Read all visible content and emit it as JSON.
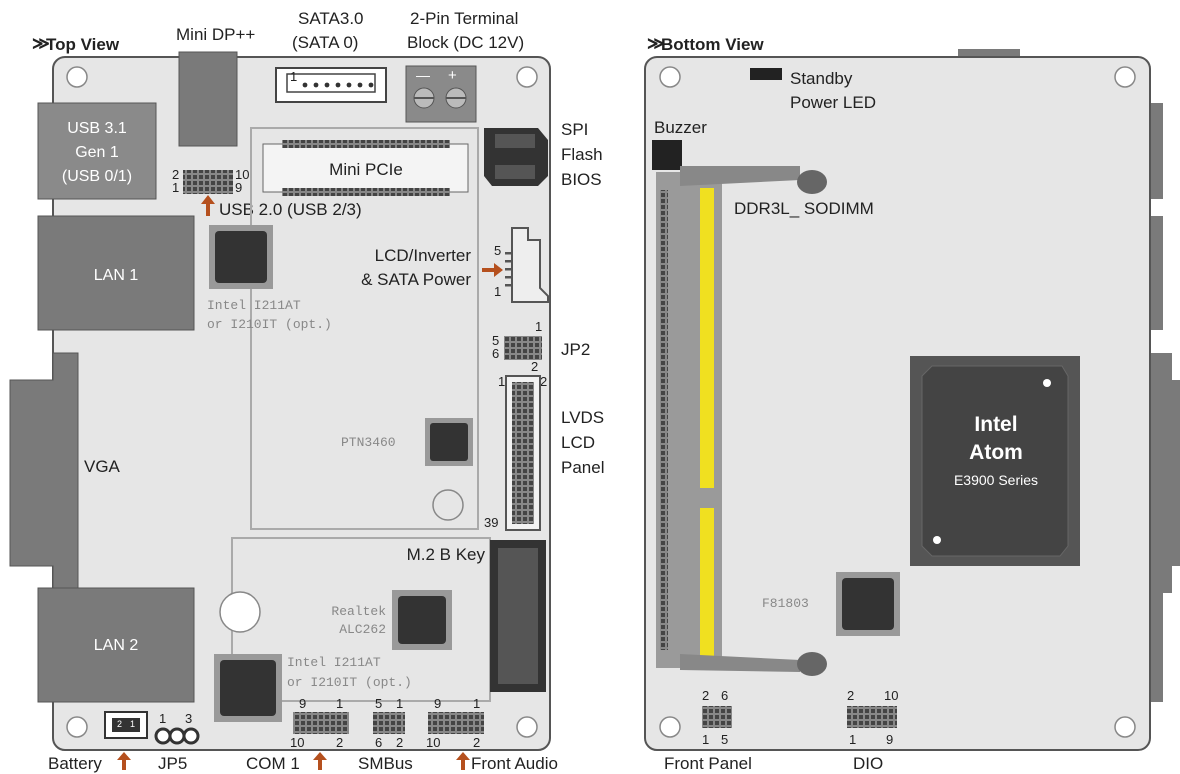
{
  "top_view": {
    "title": "Top View",
    "mini_dp": "Mini DP++",
    "sata_line1": "SATA3.0",
    "sata_line2": "(SATA 0)",
    "sata_pin": "1",
    "terminal_line1": "2-Pin Terminal",
    "terminal_line2": "Block (DC 12V)",
    "usb31_line1": "USB 3.1",
    "usb31_line2": "Gen 1",
    "usb31_line3": "(USB 0/1)",
    "usb20_label": "USB 2.0 (USB 2/3)",
    "usb20_pins": {
      "tl": "2",
      "bl": "1",
      "tr": "10",
      "br": "9"
    },
    "mini_pcie": "Mini PCIe",
    "spi_line1": "SPI",
    "spi_line2": "Flash",
    "spi_line3": "BIOS",
    "lan1": "LAN 1",
    "lan2": "LAN 2",
    "intel_chip1_line1": "Intel I211AT",
    "intel_chip1_line2": "or I210IT (opt.)",
    "intel_chip2_line1": "Intel I211AT",
    "intel_chip2_line2": "or I210IT (opt.)",
    "lcd_line1": "LCD/Inverter",
    "lcd_line2": "& SATA Power",
    "lcd_pins": {
      "top": "5",
      "bottom": "1"
    },
    "jp2": "JP2",
    "jp2_pins": {
      "tr": "1",
      "tl": "5",
      "bl": "6",
      "br": "2"
    },
    "lvds_line1": "LVDS",
    "lvds_line2": "LCD",
    "lvds_line3": "Panel",
    "lvds_pins": {
      "tl": "1",
      "tr": "2",
      "bl": "39"
    },
    "ptn": "PTN3460",
    "vga": "VGA",
    "m2": "M.2 B Key",
    "realtek_line1": "Realtek",
    "realtek_line2": "ALC262",
    "battery": "Battery",
    "battery_pins": {
      "a": "2",
      "b": "1"
    },
    "jp5": "JP5",
    "jp5_pins": {
      "a": "1",
      "b": "3"
    },
    "com1": "COM 1",
    "com1_pins": {
      "tl": "9",
      "tr": "1",
      "bl": "10",
      "br": "2"
    },
    "smbus": "SMBus",
    "smbus_pins": {
      "tl": "5",
      "tr": "1",
      "bl": "6",
      "br": "2"
    },
    "front_audio": "Front Audio",
    "front_audio_pins": {
      "tl": "9",
      "tr": "1",
      "bl": "10",
      "br": "2"
    }
  },
  "bottom_view": {
    "title": "Bottom View",
    "standby_line1": "Standby",
    "standby_line2": "Power LED",
    "buzzer": "Buzzer",
    "ddr": "DDR3L_ SODIMM",
    "cpu_line1": "Intel",
    "cpu_line2": "Atom",
    "cpu_line3": "E3900 Series",
    "f81803": "F81803",
    "front_panel": "Front Panel",
    "front_panel_pins": {
      "tl": "2",
      "tr": "6",
      "bl": "1",
      "br": "5"
    },
    "dio": "DIO",
    "dio_pins": {
      "tl": "2",
      "tr": "10",
      "bl": "1",
      "br": "9"
    }
  },
  "colors": {
    "board": "#e6e6e6",
    "port": "#7a7a7a",
    "chip": "#333333",
    "arrow": "#b5501e",
    "dimm_pins": "#f0e020"
  }
}
